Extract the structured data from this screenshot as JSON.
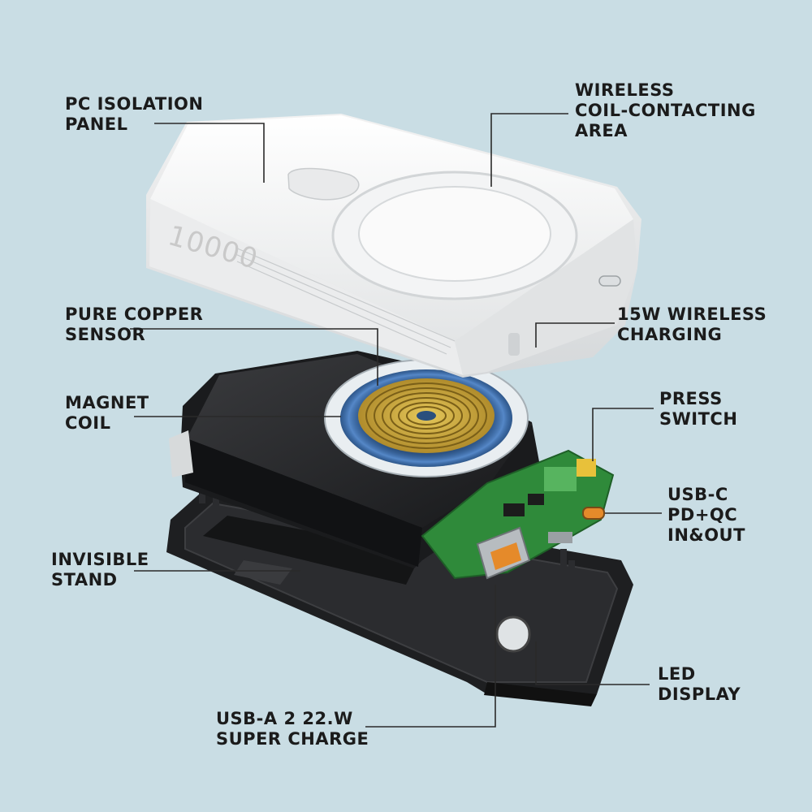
{
  "product": {
    "capacity_mark": "10000"
  },
  "callouts": [
    {
      "id": "pc-isolation-panel",
      "lines": [
        "PC ISOLATION",
        "PANEL"
      ]
    },
    {
      "id": "wireless-coil-contacting-area",
      "lines": [
        "WIRELESS",
        "COIL-CONTACTING",
        "AREA"
      ]
    },
    {
      "id": "pure-copper-sensor",
      "lines": [
        "PURE COPPER",
        "SENSOR"
      ]
    },
    {
      "id": "15w-wireless-charging",
      "lines": [
        "15W WIRELESS",
        "CHARGING"
      ]
    },
    {
      "id": "magnet-coil",
      "lines": [
        "MAGNET",
        "COIL"
      ]
    },
    {
      "id": "press-switch",
      "lines": [
        "PRESS",
        "SWITCH"
      ]
    },
    {
      "id": "usb-c-pd-qc",
      "lines": [
        "USB-C",
        "PD+QC",
        "IN&OUT"
      ]
    },
    {
      "id": "invisible-stand",
      "lines": [
        "INVISIBLE",
        "STAND"
      ]
    },
    {
      "id": "led-display",
      "lines": [
        "LED",
        "DISPLAY"
      ]
    },
    {
      "id": "usb-a-super-charge",
      "lines": [
        "USB-A 2 22.W",
        "SUPER CHARGE"
      ]
    }
  ],
  "colors": {
    "background": "#c9dde4",
    "text": "#1b1b1b",
    "leader_line": "#2a2a2a",
    "shell_white": "#f4f4f4",
    "battery_black": "#232426",
    "pcb_green": "#2f8a3a",
    "copper_coil": "#c9a53a",
    "port_orange": "#e58a2a",
    "ring_blue": "#3b6fb0"
  }
}
